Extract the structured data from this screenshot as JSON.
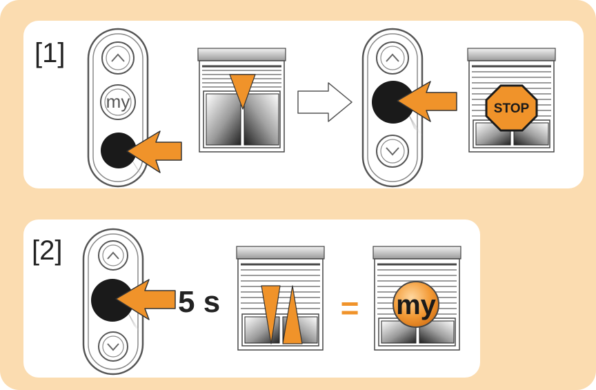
{
  "steps": [
    {
      "label": "[1]"
    },
    {
      "label": "[2]",
      "hold_duration": "5 s",
      "equals": "="
    }
  ],
  "remote": {
    "my_button_label": "my"
  },
  "stop_sign": {
    "text": "STOP"
  },
  "my_badge": {
    "text": "my"
  },
  "colors": {
    "background": "#fbdcb0",
    "panel": "#ffffff",
    "accent_orange": "#f0932a",
    "button_pressed": "#1a1a1a"
  },
  "icons": [
    "up-arrow-icon",
    "down-arrow-icon",
    "press-arrow-icon",
    "transition-arrow-icon",
    "stop-sign-icon",
    "my-badge-icon"
  ]
}
